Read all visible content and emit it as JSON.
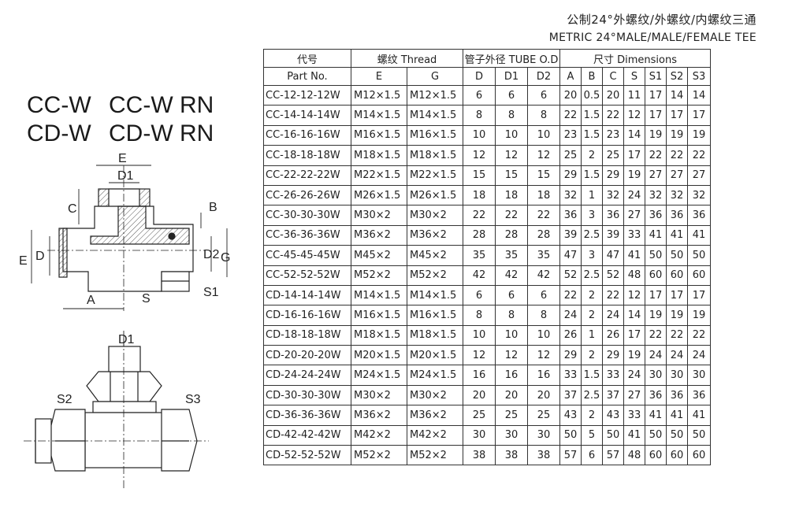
{
  "title_cn": "公制24°外螺纹/外螺纹/内螺纹三通",
  "title_en": "METRIC 24°MALE/MALE/FEMALE TEE",
  "codes": {
    "row1_a": "CC-W",
    "row1_b": "CC-W RN",
    "row2_a": "CD-W",
    "row2_b": "CD-W RN"
  },
  "drawing_labels": {
    "E": "E",
    "D1": "D1",
    "C": "C",
    "B": "B",
    "D": "D",
    "D2": "D2",
    "G": "G",
    "A": "A",
    "S": "S",
    "S1": "S1",
    "S2": "S2",
    "S3": "S3"
  },
  "table": {
    "h_partno_cn": "代号",
    "h_partno_en": "Part No.",
    "h_thread": "螺纹 Thread",
    "h_tube": "管子外径 TUBE O.D",
    "h_dims": "尺寸 Dimensions",
    "cols": [
      "E",
      "G",
      "D",
      "D1",
      "D2",
      "A",
      "B",
      "C",
      "S",
      "S1",
      "S2",
      "S3"
    ],
    "rows": [
      [
        "CC-12-12-12W",
        "M12×1.5",
        "M12×1.5",
        "6",
        "6",
        "6",
        "20",
        "0.5",
        "20",
        "11",
        "17",
        "14",
        "14"
      ],
      [
        "CC-14-14-14W",
        "M14×1.5",
        "M14×1.5",
        "8",
        "8",
        "8",
        "22",
        "1.5",
        "22",
        "12",
        "17",
        "17",
        "17"
      ],
      [
        "CC-16-16-16W",
        "M16×1.5",
        "M16×1.5",
        "10",
        "10",
        "10",
        "23",
        "1.5",
        "23",
        "14",
        "19",
        "19",
        "19"
      ],
      [
        "CC-18-18-18W",
        "M18×1.5",
        "M18×1.5",
        "12",
        "12",
        "12",
        "25",
        "2",
        "25",
        "17",
        "22",
        "22",
        "22"
      ],
      [
        "CC-22-22-22W",
        "M22×1.5",
        "M22×1.5",
        "15",
        "15",
        "15",
        "29",
        "1.5",
        "29",
        "19",
        "27",
        "27",
        "27"
      ],
      [
        "CC-26-26-26W",
        "M26×1.5",
        "M26×1.5",
        "18",
        "18",
        "18",
        "32",
        "1",
        "32",
        "24",
        "32",
        "32",
        "32"
      ],
      [
        "CC-30-30-30W",
        "M30×2",
        "M30×2",
        "22",
        "22",
        "22",
        "36",
        "3",
        "36",
        "27",
        "36",
        "36",
        "36"
      ],
      [
        "CC-36-36-36W",
        "M36×2",
        "M36×2",
        "28",
        "28",
        "28",
        "39",
        "2.5",
        "39",
        "33",
        "41",
        "41",
        "41"
      ],
      [
        "CC-45-45-45W",
        "M45×2",
        "M45×2",
        "35",
        "35",
        "35",
        "47",
        "3",
        "47",
        "41",
        "50",
        "50",
        "50"
      ],
      [
        "CC-52-52-52W",
        "M52×2",
        "M52×2",
        "42",
        "42",
        "42",
        "52",
        "2.5",
        "52",
        "48",
        "60",
        "60",
        "60"
      ],
      [
        "CD-14-14-14W",
        "M14×1.5",
        "M14×1.5",
        "6",
        "6",
        "6",
        "22",
        "2",
        "22",
        "12",
        "17",
        "17",
        "17"
      ],
      [
        "CD-16-16-16W",
        "M16×1.5",
        "M16×1.5",
        "8",
        "8",
        "8",
        "24",
        "2",
        "24",
        "14",
        "19",
        "19",
        "19"
      ],
      [
        "CD-18-18-18W",
        "M18×1.5",
        "M18×1.5",
        "10",
        "10",
        "10",
        "26",
        "1",
        "26",
        "17",
        "22",
        "22",
        "22"
      ],
      [
        "CD-20-20-20W",
        "M20×1.5",
        "M20×1.5",
        "12",
        "12",
        "12",
        "29",
        "2",
        "29",
        "19",
        "24",
        "24",
        "24"
      ],
      [
        "CD-24-24-24W",
        "M24×1.5",
        "M24×1.5",
        "16",
        "16",
        "16",
        "33",
        "1.5",
        "33",
        "24",
        "30",
        "30",
        "30"
      ],
      [
        "CD-30-30-30W",
        "M30×2",
        "M30×2",
        "20",
        "20",
        "20",
        "37",
        "2.5",
        "37",
        "27",
        "36",
        "36",
        "36"
      ],
      [
        "CD-36-36-36W",
        "M36×2",
        "M36×2",
        "25",
        "25",
        "25",
        "43",
        "2",
        "43",
        "33",
        "41",
        "41",
        "41"
      ],
      [
        "CD-42-42-42W",
        "M42×2",
        "M42×2",
        "30",
        "30",
        "30",
        "50",
        "5",
        "50",
        "41",
        "50",
        "50",
        "50"
      ],
      [
        "CD-52-52-52W",
        "M52×2",
        "M52×2",
        "38",
        "38",
        "38",
        "57",
        "6",
        "57",
        "48",
        "60",
        "60",
        "60"
      ]
    ]
  }
}
